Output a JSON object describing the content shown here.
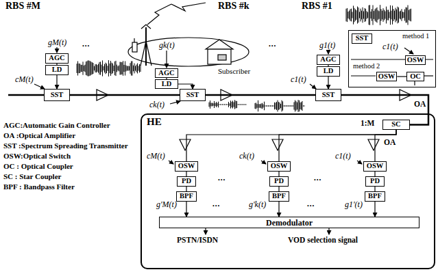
{
  "diagram": {
    "nodes": [
      {
        "text": [
          "AGC"
        ]
      },
      {
        "text": [
          "LD"
        ]
      },
      {
        "text": [
          "SST"
        ]
      },
      {
        "text": [
          "AGC"
        ]
      },
      {
        "text": [
          "LD"
        ]
      },
      {
        "text": [
          "SST"
        ]
      },
      {
        "text": [
          "AGC"
        ]
      },
      {
        "text": [
          "LD"
        ]
      },
      {
        "text": [
          "SST"
        ]
      },
      {
        "text": [
          "method 1",
          "method 2"
        ]
      },
      {
        "text": [
          "SST"
        ],
        "in": 9
      },
      {
        "text": [
          "OSW"
        ],
        "in": 9
      },
      {
        "text": [
          "OSW"
        ],
        "in": 9
      },
      {
        "text": [
          "OC"
        ],
        "in": 9
      },
      {
        "text": [
          "HE"
        ]
      },
      {
        "text": [
          "SC"
        ],
        "in": 14
      },
      {
        "text": [
          "OSW"
        ],
        "in": 14
      },
      {
        "text": [
          "PD"
        ],
        "in": 14
      },
      {
        "text": [
          "BPF"
        ],
        "in": 14
      },
      {
        "text": [
          "OSW"
        ],
        "in": 14
      },
      {
        "text": [
          "PD"
        ],
        "in": 14
      },
      {
        "text": [
          "BPF"
        ],
        "in": 14
      },
      {
        "text": [
          "OSW"
        ],
        "in": 14
      },
      {
        "text": [
          "PD"
        ],
        "in": 14
      },
      {
        "text": [
          "BPF"
        ],
        "in": 14
      },
      {
        "text": [
          "Demodulator"
        ],
        "in": 14
      }
    ],
    "edges": [
      {
        "from": 0,
        "to": 1,
        "arrow": "none"
      },
      {
        "from": 3,
        "to": 4,
        "arrow": "none"
      },
      {
        "from": 6,
        "to": 7,
        "arrow": "none"
      },
      {
        "from": 1,
        "to": 2,
        "arrow": "to"
      },
      {
        "from": 4,
        "to": 5,
        "arrow": "to"
      },
      {
        "from": 7,
        "to": 8,
        "arrow": "to"
      },
      {
        "from": 2,
        "to": 5,
        "arrow": "none"
      },
      {
        "from": 5,
        "to": 8,
        "arrow": "none"
      },
      {
        "from": 8,
        "to": 15,
        "arrow": "none"
      },
      {
        "from": 15,
        "to": 16,
        "arrow": "none"
      },
      {
        "from": 15,
        "to": 19,
        "arrow": "none"
      },
      {
        "from": 15,
        "to": 22,
        "arrow": "none"
      },
      {
        "from": 16,
        "to": 17,
        "arrow": "none"
      },
      {
        "from": 17,
        "to": 18,
        "arrow": "none"
      },
      {
        "from": 18,
        "to": 25,
        "arrow": "to"
      },
      {
        "from": 19,
        "to": 20,
        "arrow": "none"
      },
      {
        "from": 20,
        "to": 21,
        "arrow": "none"
      },
      {
        "from": 21,
        "to": 25,
        "arrow": "to"
      },
      {
        "from": 22,
        "to": 23,
        "arrow": "none"
      },
      {
        "from": 23,
        "to": 24,
        "arrow": "none"
      },
      {
        "from": 24,
        "to": 25,
        "arrow": "to"
      },
      {
        "from": 12,
        "to": 13,
        "arrow": "none"
      }
    ],
    "labels": [
      "RBS #M",
      "RBS #k",
      "RBS #1",
      "gM(t)",
      "gk(t)",
      "g1(t)",
      "Subscriber",
      "cM(t)",
      "ck(t)",
      "c1(t)",
      "c1(t)",
      "OA",
      "OA",
      "1:M",
      "cM(t)",
      "ck(t)",
      "c1(t)",
      "g'M(t)",
      "g'k(t)",
      "g1'(t)",
      "PSTN/ISDN",
      "VOD selection signal",
      "AGC:Automatic Gain Controller",
      "OA :Optical Amplifier",
      "SST :Spectrum Spreading Transmitter",
      "OSW:Optical Switch",
      "OC : Optical Coupler",
      "SC : Star Coupler",
      "BPF : Bandpass Filter",
      "•••",
      "•••",
      "•••",
      "•••",
      "•••",
      "•••"
    ]
  }
}
